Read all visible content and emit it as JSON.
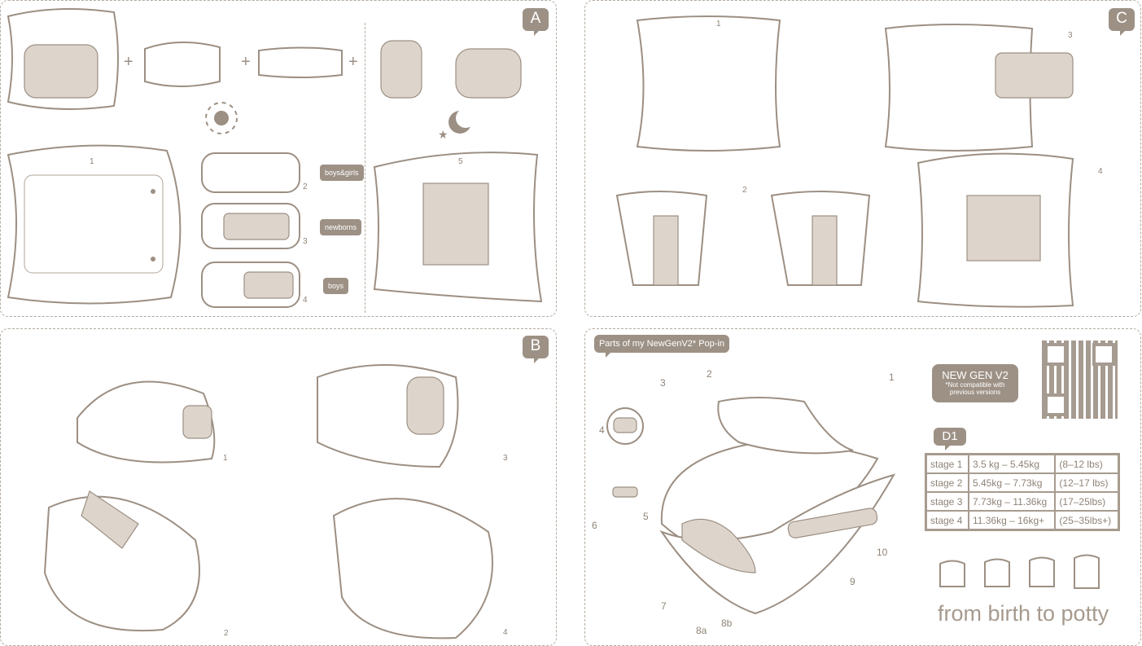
{
  "panels": {
    "a": {
      "letter": "A",
      "step_numbers": [
        "1",
        "2",
        "3",
        "4",
        "5"
      ],
      "labels": {
        "boys_girls": "boys&girls",
        "newborns": "newborns",
        "boys": "boys"
      },
      "icons": [
        "sun-icon",
        "moon-stars-icon",
        "plus-icon"
      ]
    },
    "b": {
      "letter": "B",
      "step_numbers": [
        "1",
        "2",
        "3",
        "4"
      ]
    },
    "c": {
      "letter": "C",
      "step_numbers": [
        "1",
        "2",
        "3",
        "4"
      ]
    },
    "d": {
      "title": "Parts of my NewGenV2* Pop-in",
      "part_numbers": [
        "1",
        "2",
        "3",
        "4",
        "5",
        "6",
        "7",
        "8a",
        "8b",
        "9",
        "10"
      ],
      "new_gen": {
        "heading": "NEW GEN V2",
        "note_line1": "*Not compatible with",
        "note_line2": "previous versions"
      },
      "table_tag": "D1",
      "stages": [
        {
          "stage": "stage 1",
          "kg": "3.5 kg – 5.45kg",
          "lbs": "(8–12 lbs)"
        },
        {
          "stage": "stage 2",
          "kg": "5.45kg – 7.73kg",
          "lbs": "(12–17 lbs)"
        },
        {
          "stage": "stage 3",
          "kg": "7.73kg – 11.36kg",
          "lbs": "(17–25lbs)"
        },
        {
          "stage": "stage 4",
          "kg": "11.36kg – 16kg+",
          "lbs": "(25–35lbs+)"
        }
      ],
      "tagline": "from birth to potty"
    }
  }
}
